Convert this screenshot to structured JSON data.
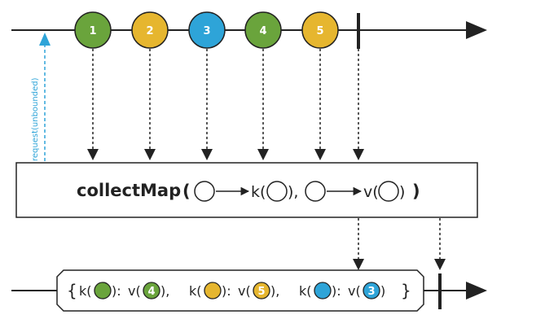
{
  "colors": {
    "green": "#6aa43c",
    "yellow": "#e6b62f",
    "blue": "#2ea4d8",
    "line": "#222222",
    "request": "#2ea4d8"
  },
  "source": {
    "marbles": [
      {
        "label": "1",
        "color": "green"
      },
      {
        "label": "2",
        "color": "yellow"
      },
      {
        "label": "3",
        "color": "blue"
      },
      {
        "label": "4",
        "color": "green"
      },
      {
        "label": "5",
        "color": "yellow"
      }
    ],
    "completes": true
  },
  "request_label": "request(unbounded)",
  "operator": {
    "name": "collectMap",
    "open_paren": "(",
    "close_paren": ")",
    "key_fn": "k(",
    "key_close": "),",
    "value_fn": "v(",
    "value_close": ")",
    "arrow_icon": "right-arrow-icon",
    "placeholder_icon": "empty-circle-icon"
  },
  "result": {
    "open_brace": "{",
    "close_brace": "}",
    "entries": [
      {
        "k": "k(",
        "k_color": "green",
        "sep": "):",
        "v": "v(",
        "v_label": "4",
        "v_color": "green",
        "close": "),"
      },
      {
        "k": "k(",
        "k_color": "yellow",
        "sep": "):",
        "v": "v(",
        "v_label": "5",
        "v_color": "yellow",
        "close": "),"
      },
      {
        "k": "k(",
        "k_color": "blue",
        "sep": "):",
        "v": "v(",
        "v_label": "3",
        "v_color": "blue",
        "close": ")"
      }
    ],
    "completes": true
  }
}
